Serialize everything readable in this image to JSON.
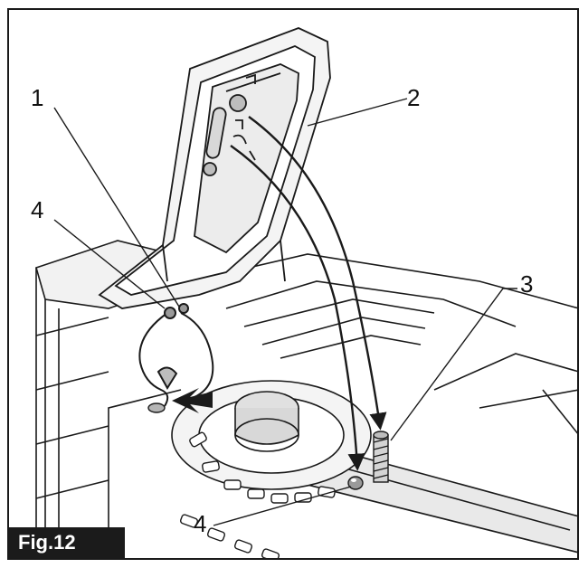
{
  "figure": {
    "label": "Fig.12",
    "callouts": {
      "c1": "1",
      "c2": "2",
      "c3": "3",
      "c4_upper": "4",
      "c4_lower": "4"
    }
  },
  "colors": {
    "line": "#1a1a1a",
    "shade": "#cfcfcf",
    "label_bg": "#1b1b1b",
    "label_fg": "#ffffff"
  }
}
